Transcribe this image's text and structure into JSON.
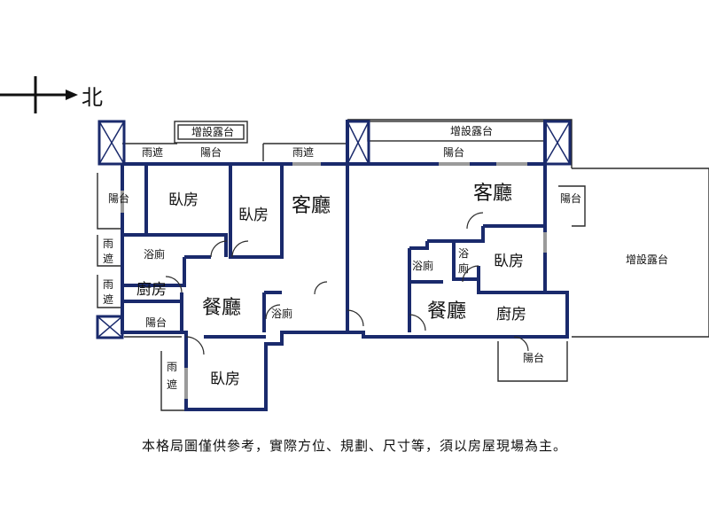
{
  "compass": {
    "label": "北"
  },
  "labels": {
    "terrace_top_left": "增設露台",
    "terrace_top_right": "增設露台",
    "terrace_right": "增設露台",
    "rain_shelter_top_1": "雨遮",
    "rain_shelter_top_2": "雨遮",
    "balcony_top_left": "陽台",
    "balcony_top_right": "陽台",
    "balcony_left": "陽台",
    "balcony_lower_left": "陽台",
    "balcony_right": "陽台",
    "balcony_bottom_right": "陽台",
    "bedroom_1": "臥房",
    "bedroom_2": "臥房",
    "bedroom_3": "臥房",
    "bedroom_4": "臥房",
    "living_left": "客廳",
    "living_right": "客廳",
    "bath_1": "浴廁",
    "bath_2": "浴廁",
    "bath_3": "浴廁",
    "bath_4_a": "浴",
    "bath_4_b": "廁",
    "kitchen_left": "廚房",
    "kitchen_right": "廚房",
    "dining_left": "餐廳",
    "dining_right": "餐廳",
    "rain_a_1": "雨",
    "rain_a_2": "遮",
    "rain_b_1": "雨",
    "rain_b_2": "遮",
    "rain_c_1": "雨",
    "rain_c_2": "遮"
  },
  "disclaimer": "本格局圖僅供參考，實際方位、規劃、尺寸等，須以房屋現場為主。",
  "colors": {
    "wall": "#1a2a6c",
    "thin_line": "#2b2b2b",
    "text": "#111111",
    "window": "#9a9a9a"
  }
}
